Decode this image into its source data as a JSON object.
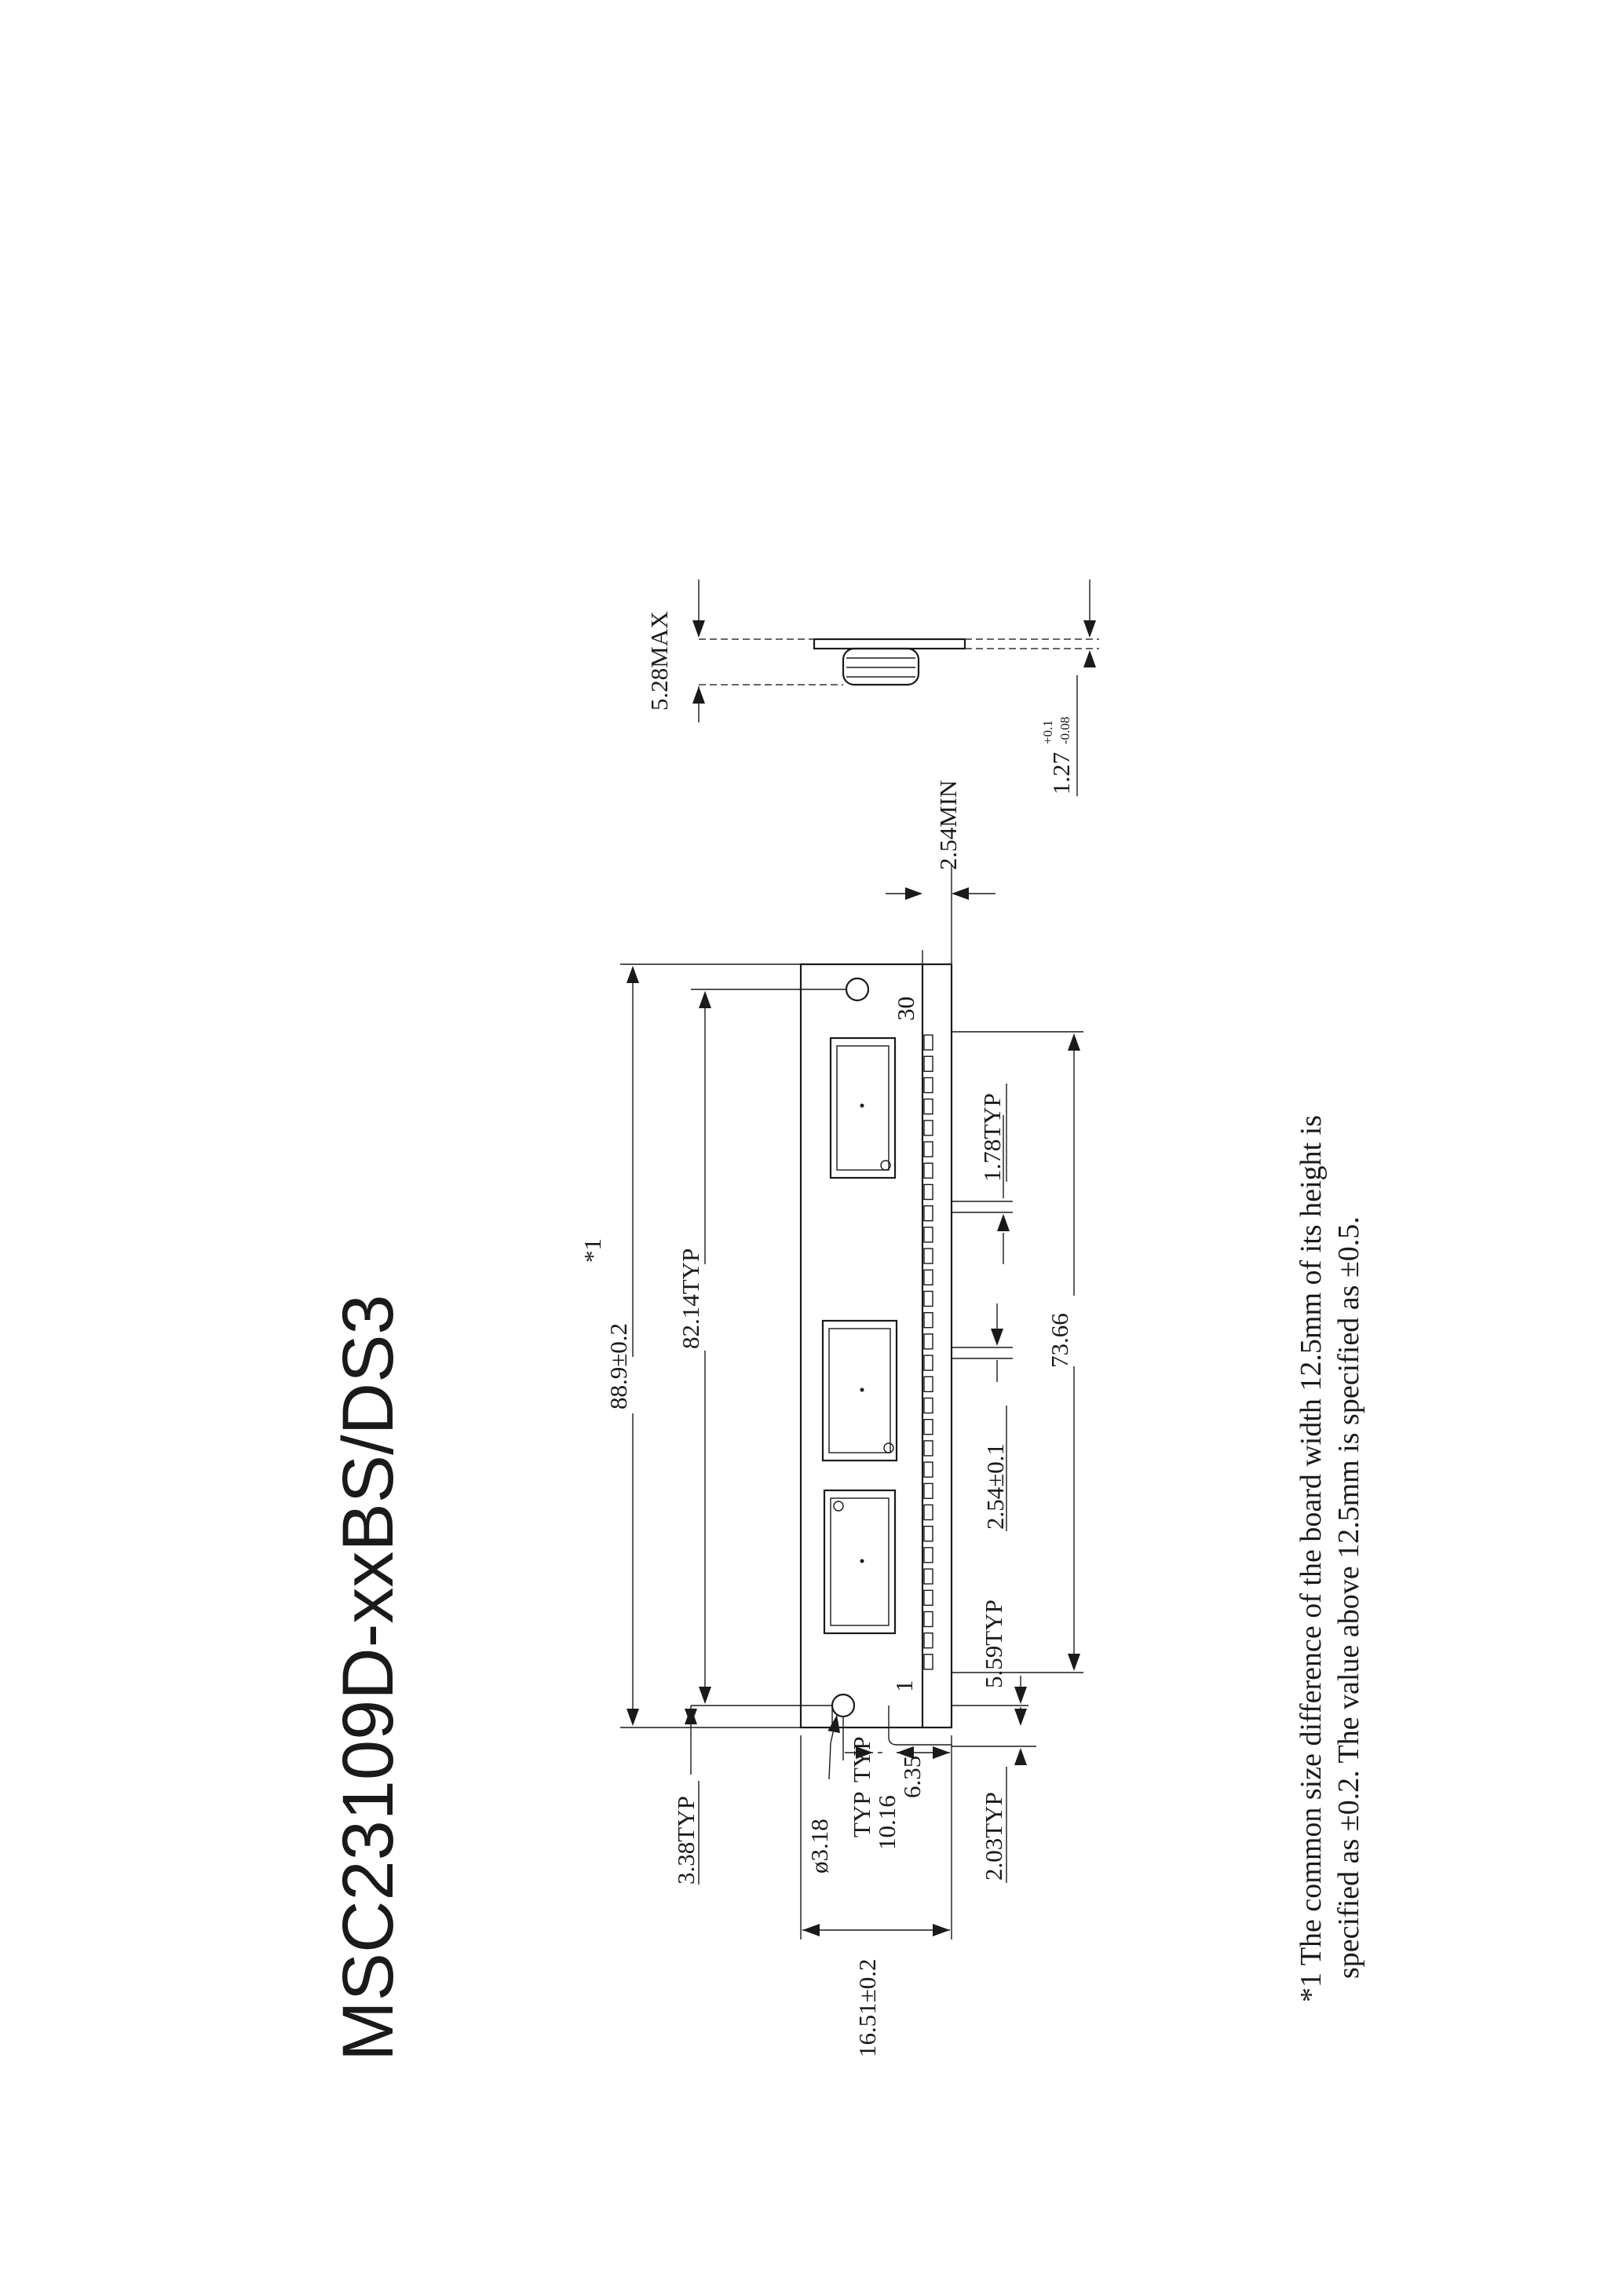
{
  "title": "MSC23109D-xxBS/DS3",
  "dimensions": {
    "d88_9": "88.9±0.2",
    "note_marker": "*1",
    "d82_14": "82.14TYP",
    "d73_66": "73.66",
    "d1_78": "1.78TYP",
    "d2_54": "2.54±0.1",
    "d5_59": "5.59TYP",
    "d2_03": "2.03TYP",
    "d3_38": "3.38TYP",
    "d16_51": "16.51±0.2",
    "d_hole": "ø3.18",
    "typ_a": "TYP",
    "d10_16": "10.16",
    "typ_b": "TYP",
    "d6_35": "6.35",
    "d2_54min": "2.54MIN",
    "d5_28": "5.28MAX",
    "d1_27": "1.27",
    "tol_plus": "+0.1",
    "tol_minus": "-0.08"
  },
  "pins": {
    "first": "1",
    "last": "30"
  },
  "footnote": {
    "line1": "*1 The common size difference of the board width 12.5mm of its height is",
    "line2": "specified as ±0.2. The value above 12.5mm is specified as ±0.5."
  }
}
